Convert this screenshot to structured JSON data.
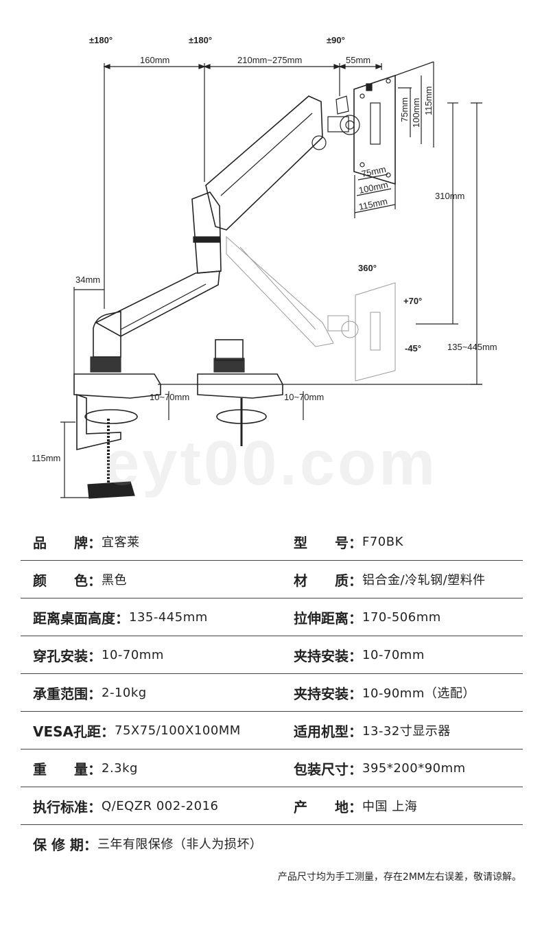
{
  "diagram": {
    "angles": {
      "base_left": "±180°",
      "base_mid": "±180°",
      "tilt_head": "±90°",
      "rotate": "360°",
      "tilt_up": "+70°",
      "tilt_down": "-45°"
    },
    "dims": {
      "arm1": "160mm",
      "arm2": "210mm~275mm",
      "head": "55mm",
      "vesa_75v": "75mm",
      "vesa_100v": "100mm",
      "vesa_115v": "115mm",
      "vesa_75h": "75mm",
      "vesa_100h": "100mm",
      "vesa_115h": "115mm",
      "height_range": "310mm",
      "total_height": "135~445mm",
      "offset": "34mm",
      "clamp_thick_left": "10~70mm",
      "clamp_thick_right": "10~70mm",
      "clamp_depth": "115mm"
    },
    "watermark": "eyt00.com"
  },
  "specs": [
    {
      "left": {
        "label": "品　　牌：",
        "value": "宜客莱"
      },
      "right": {
        "label": "型　　号：",
        "value": "F70BK"
      }
    },
    {
      "left": {
        "label": "颜　　色：",
        "value": "黑色"
      },
      "right": {
        "label": "材　　质：",
        "value": "铝合金/冷轧钢/塑料件"
      }
    },
    {
      "left": {
        "label": "距离桌面高度：",
        "value": "135-445mm"
      },
      "right": {
        "label": "拉伸距离：",
        "value": "170-506mm"
      }
    },
    {
      "left": {
        "label": "穿孔安装：",
        "value": "10-70mm"
      },
      "right": {
        "label": "夹持安装：",
        "value": "10-70mm"
      }
    },
    {
      "left": {
        "label": "承重范围：",
        "value": "2-10kg"
      },
      "right": {
        "label": "夹持安装：",
        "value": "10-90mm（选配）"
      }
    },
    {
      "left": {
        "label": "VESA孔距：",
        "value": "75X75/100X100MM"
      },
      "right": {
        "label": "适用机型：",
        "value": "13-32寸显示器"
      }
    },
    {
      "left": {
        "label": "重　　量：",
        "value": "2.3kg"
      },
      "right": {
        "label": "包装尺寸：",
        "value": "395*200*90mm"
      }
    },
    {
      "left": {
        "label": "执行标准：",
        "value": "Q/EQZR 002-2016"
      },
      "right": {
        "label": "产　　地：",
        "value": "中国 上海"
      }
    }
  ],
  "warranty": {
    "label": "保 修 期：",
    "value": "三年有限保修（非人为损坏）"
  },
  "note": "产品尺寸均为手工测量，存在2MM左右误差，敬请谅解。"
}
